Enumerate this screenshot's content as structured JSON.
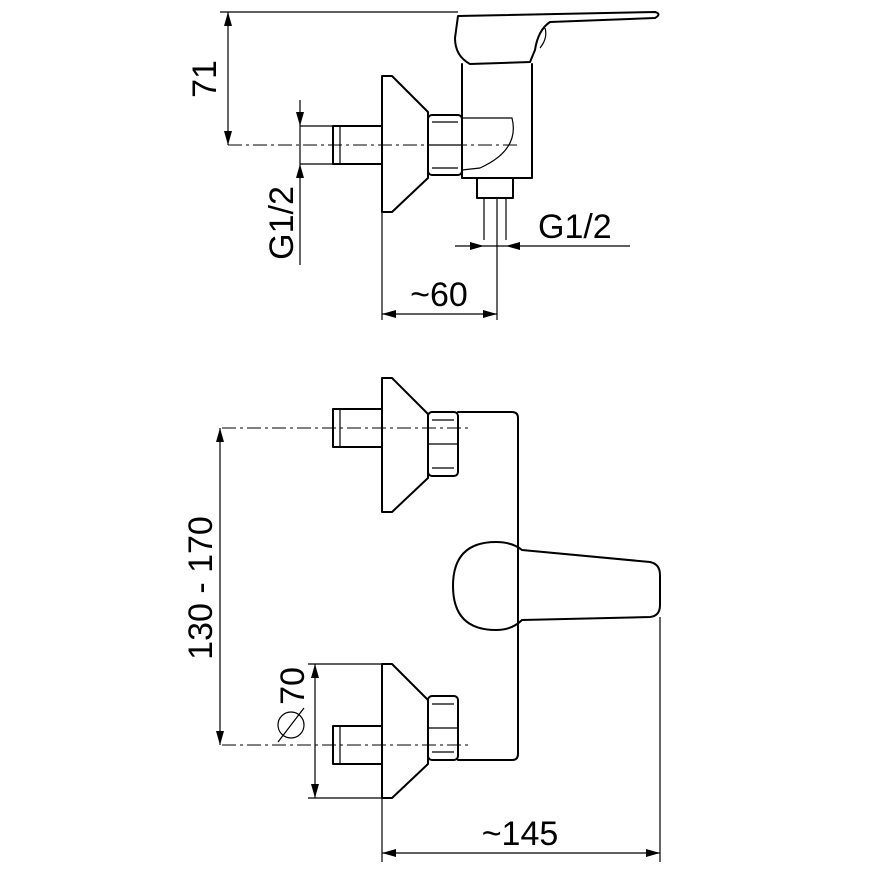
{
  "side_view": {
    "dim_height": "71",
    "dim_inlet_thread": "G1/2",
    "dim_outlet_thread": "G1/2",
    "dim_depth": "~60"
  },
  "front_view": {
    "dim_centers": "130 - 170",
    "dim_rosette": "70",
    "dim_width": "~145"
  }
}
